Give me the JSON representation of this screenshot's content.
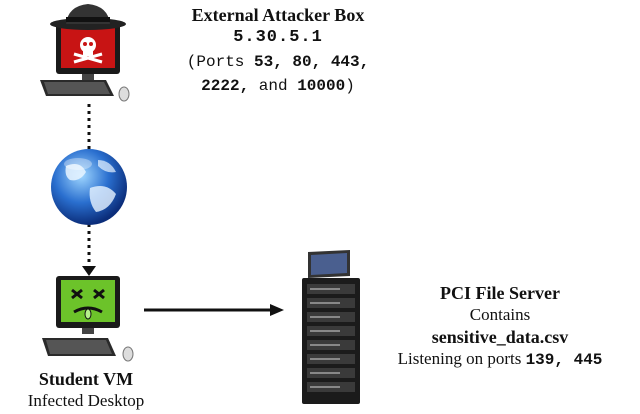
{
  "attacker": {
    "title": "External Attacker Box",
    "ip": "5.30.5.1",
    "ports_prefix": "(Ports ",
    "ports_line1": "53, 80, 443,",
    "ports_line2": "2222,",
    "ports_and": " and ",
    "ports_last": "10000",
    "ports_suffix": ")"
  },
  "student": {
    "title": "Student VM",
    "subtitle": "Infected Desktop"
  },
  "server": {
    "title": "PCI File Server",
    "contains": "Contains",
    "file": "sensitive_data.csv",
    "listening_prefix": "Listening on ports ",
    "ports": "139, 445"
  }
}
